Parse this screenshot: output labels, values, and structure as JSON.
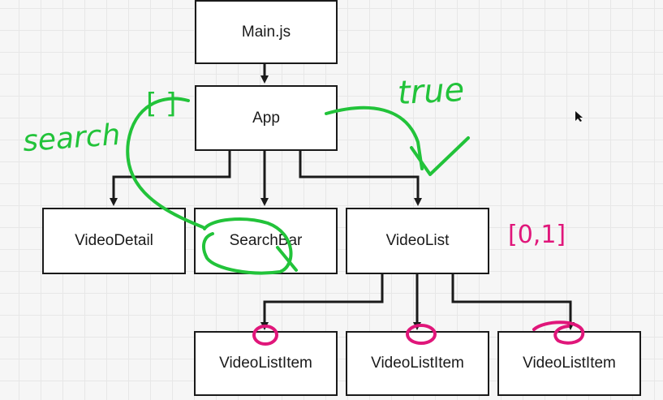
{
  "nodes": {
    "main": "Main.js",
    "app": "App",
    "video_detail": "VideoDetail",
    "search_bar": "SearchBar",
    "video_list": "VideoList",
    "video_list_item_1": "VideoListItem",
    "video_list_item_2": "VideoListItem",
    "video_list_item_3": "VideoListItem"
  },
  "annotations": {
    "search_label": "search",
    "search_brackets": "[ ]",
    "true_label": "true",
    "array_label": "[0,1]"
  },
  "colors": {
    "line": "#1a1a1a",
    "green_ink": "#22c33a",
    "magenta_ink": "#e0167a"
  }
}
